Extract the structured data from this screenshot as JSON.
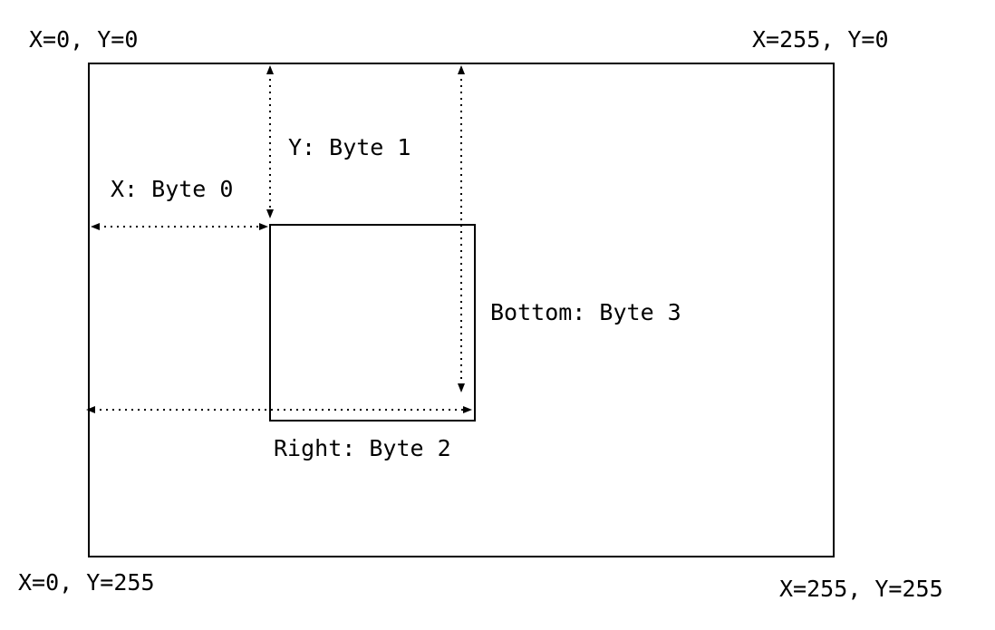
{
  "corners": {
    "top_left": "X=0, Y=0",
    "top_right": "X=255, Y=0",
    "bottom_left": "X=0, Y=255",
    "bottom_right": "X=255, Y=255"
  },
  "measures": {
    "x": "X: Byte 0",
    "y": "Y: Byte 1",
    "right": "Right: Byte 2",
    "bottom": "Bottom: Byte 3"
  },
  "colors": {
    "stroke": "#000000",
    "background": "#ffffff"
  }
}
